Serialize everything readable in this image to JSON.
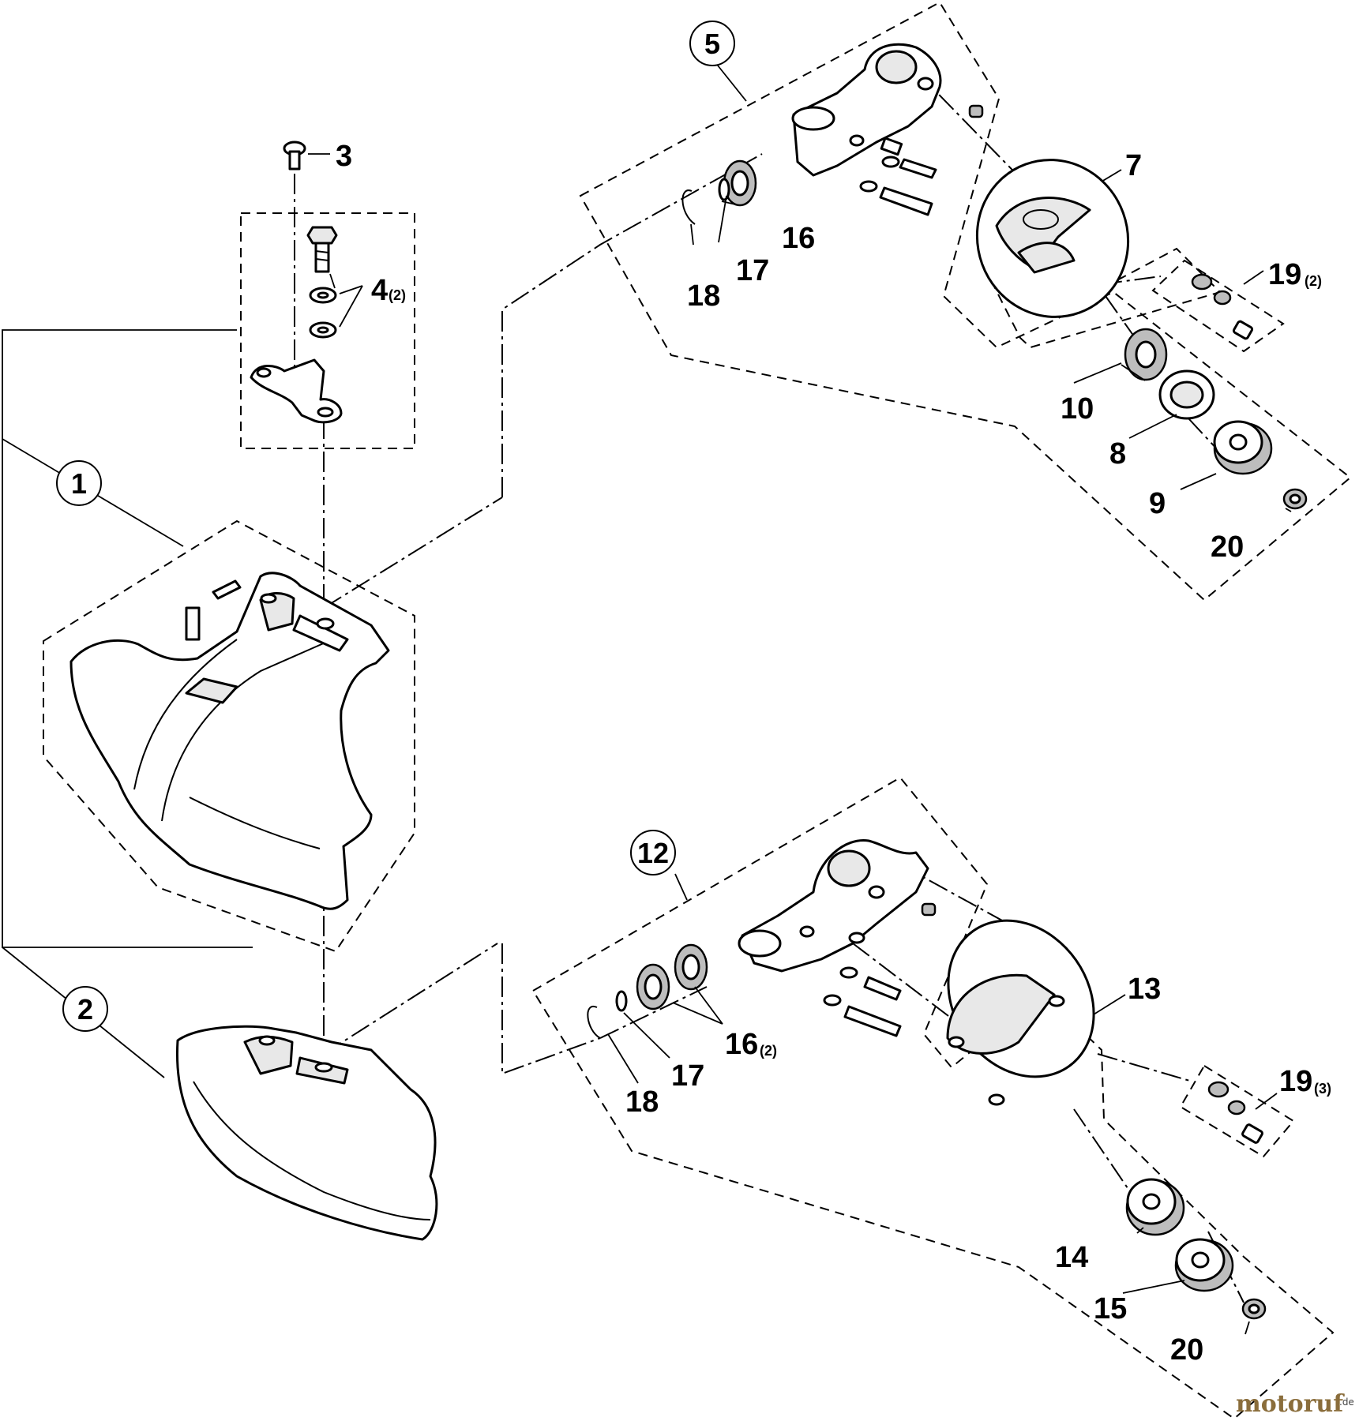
{
  "callouts": {
    "c1": {
      "number": "1"
    },
    "c2": {
      "number": "2"
    },
    "c3": {
      "number": "3"
    },
    "c4": {
      "number": "4",
      "qty": "(2)"
    },
    "c5": {
      "number": "5"
    },
    "c7": {
      "number": "7"
    },
    "c8": {
      "number": "8"
    },
    "c9": {
      "number": "9"
    },
    "c10": {
      "number": "10"
    },
    "c12": {
      "number": "12"
    },
    "c13": {
      "number": "13"
    },
    "c14": {
      "number": "14"
    },
    "c15": {
      "number": "15"
    },
    "c16a": {
      "number": "16"
    },
    "c16b": {
      "number": "16",
      "qty": "(2)"
    },
    "c17a": {
      "number": "17"
    },
    "c17b": {
      "number": "17"
    },
    "c18a": {
      "number": "18"
    },
    "c18b": {
      "number": "18"
    },
    "c19a": {
      "number": "19",
      "qty": "(2)"
    },
    "c19b": {
      "number": "19",
      "qty": "(3)"
    },
    "c20a": {
      "number": "20"
    },
    "c20b": {
      "number": "20"
    }
  },
  "watermark": {
    "text": "motoruf",
    "suffix": ".de"
  },
  "colors": {
    "line": "#000000",
    "background": "#ffffff",
    "watermark": [
      "#c0392b",
      "#2e7d32",
      "#1565c0",
      "#f39c12"
    ]
  }
}
